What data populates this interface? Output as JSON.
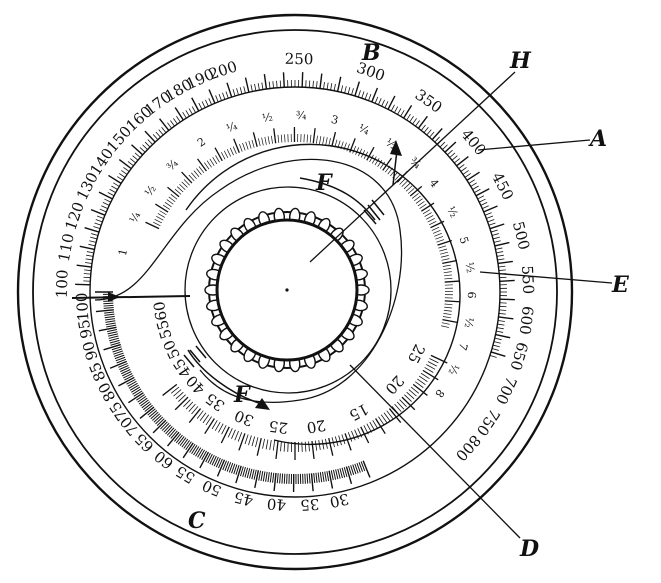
{
  "callouts": {
    "A": "A",
    "B": "B",
    "C": "C",
    "D": "D",
    "E": "E",
    "F": "F",
    "F2": "F",
    "H": "H"
  },
  "outer_scale": {
    "labels": [
      "100",
      "110",
      "120",
      "130",
      "140",
      "150",
      "160",
      "170",
      "180",
      "190",
      "200",
      "250",
      "300",
      "350",
      "400",
      "450",
      "500",
      "550",
      "600",
      "650",
      "700",
      "750",
      "800"
    ]
  },
  "inner_scale": {
    "labels": [
      "1",
      "¼",
      "½",
      "¾",
      "2",
      "¼",
      "½",
      "¾",
      "3",
      "¼",
      "½",
      "¾",
      "4",
      "½",
      "5",
      "½",
      "6",
      "½",
      "7",
      "½",
      "8"
    ]
  },
  "lower_outer_scale": {
    "labels": [
      "100",
      "95",
      "90",
      "85",
      "80",
      "75",
      "70",
      "65",
      "60",
      "55",
      "50",
      "45",
      "40",
      "35",
      "30"
    ]
  },
  "lower_middle_scale": {
    "labels": [
      "60",
      "55",
      "50",
      "45",
      "40",
      "35",
      "30",
      "25",
      "20",
      "15",
      "20",
      "25"
    ]
  },
  "colors": {
    "ink": "#111111",
    "paper": "#ffffff"
  }
}
